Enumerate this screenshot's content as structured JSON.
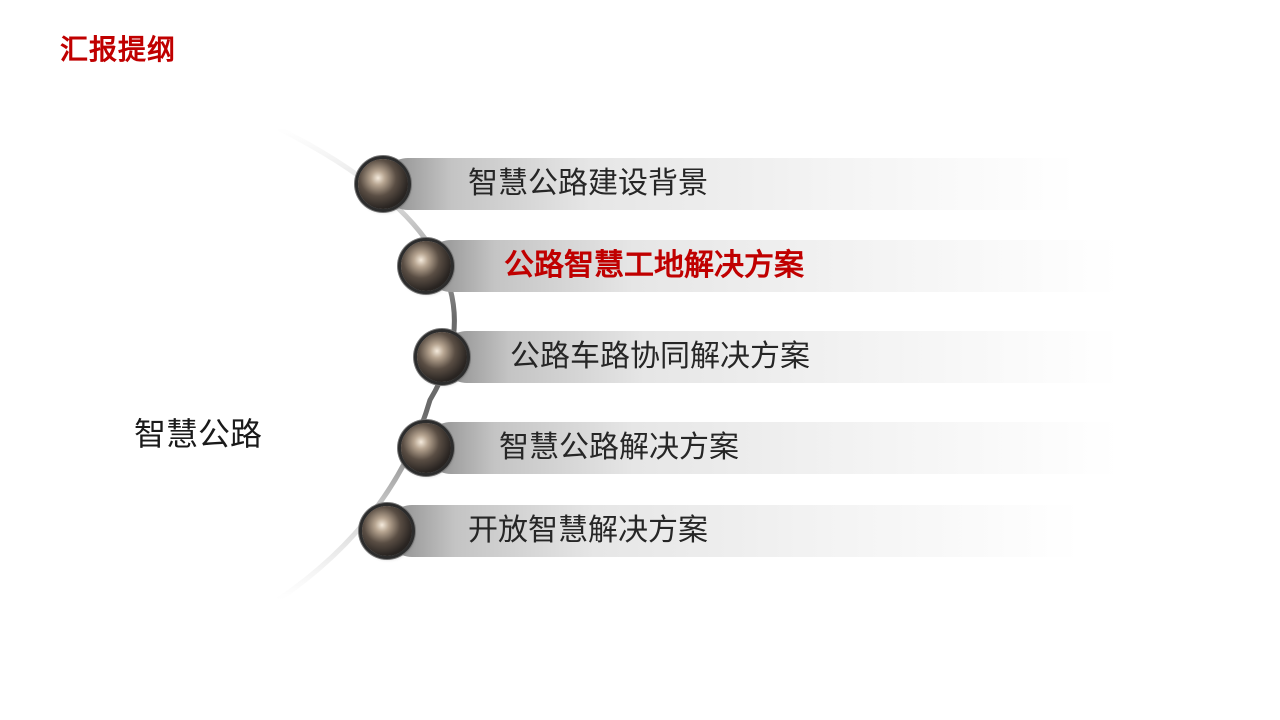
{
  "header": {
    "title": "汇报提纲"
  },
  "center": {
    "label": "智慧公路"
  },
  "outline": {
    "items": [
      {
        "label": "智慧公路建设背景",
        "active": false
      },
      {
        "label": "公路智慧工地解决方案",
        "active": true
      },
      {
        "label": "公路车路协同解决方案",
        "active": false
      },
      {
        "label": "智慧公路解决方案",
        "active": false
      },
      {
        "label": "开放智慧解决方案",
        "active": false
      }
    ]
  },
  "colors": {
    "accent": "#c00000",
    "text": "#262626"
  }
}
